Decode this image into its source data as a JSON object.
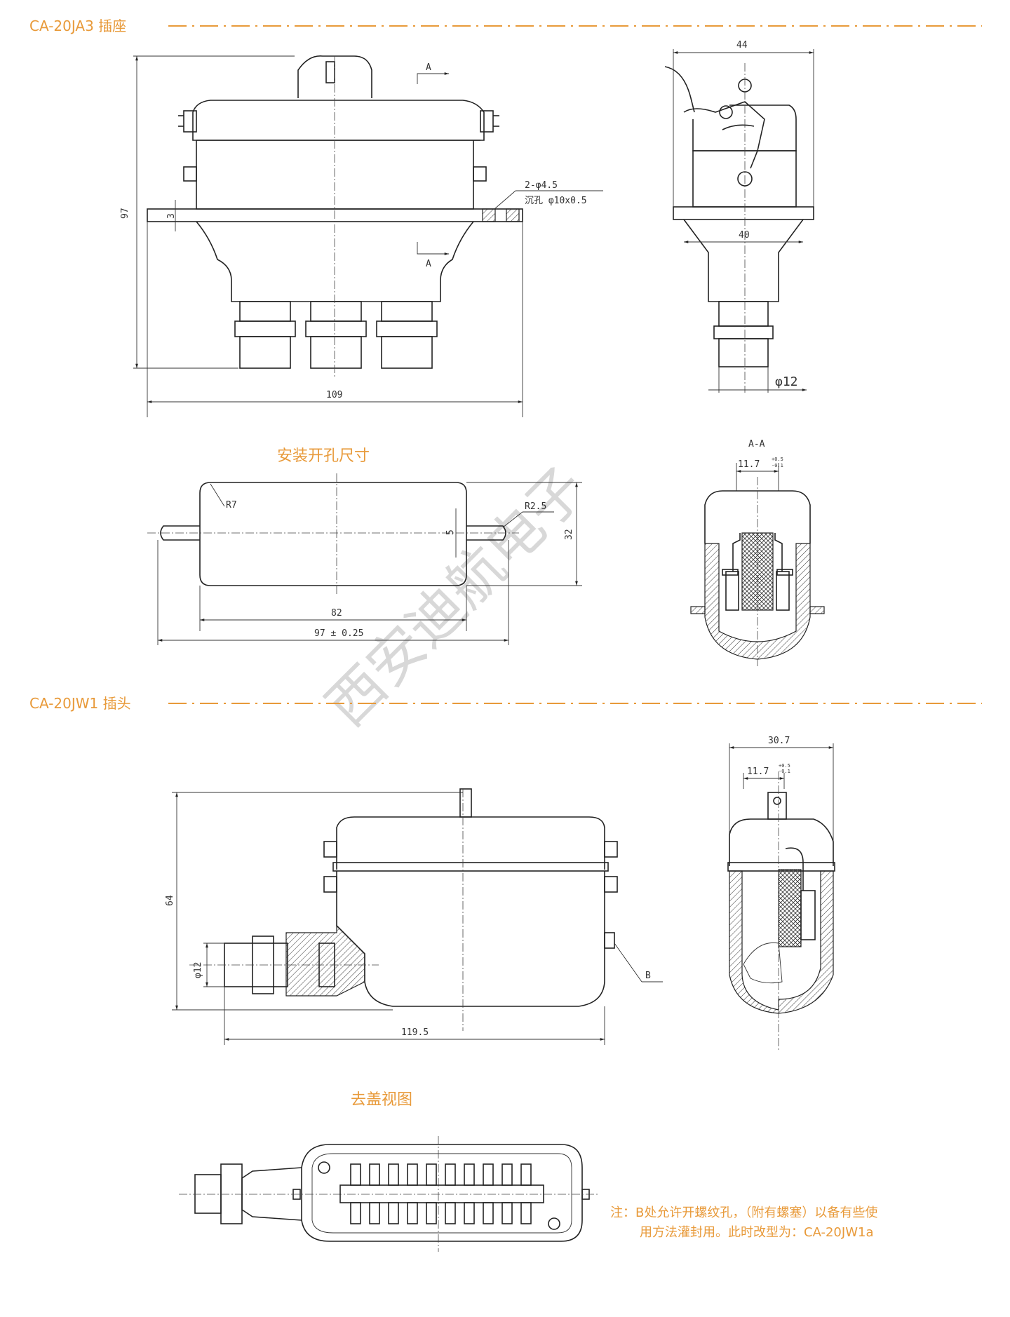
{
  "socket_section": {
    "title": "CA-20JA3 插座"
  },
  "plug_section": {
    "title": "CA-20JW1 插头"
  },
  "socket_front": {
    "dim_width": "109",
    "dim_height": "97",
    "dim_flange": "3",
    "section_mark_top": "A",
    "section_mark_bottom": "A",
    "hole_note_1": "2-φ4.5",
    "hole_note_2": "沉孔 φ10x0.5"
  },
  "socket_side": {
    "dim_top": "44",
    "dim_mid": "40",
    "dim_dia": "φ12"
  },
  "cutout": {
    "title": "安装开孔尺寸",
    "dim_r7": "R7",
    "dim_r25": "R2.5",
    "dim_5": "5",
    "dim_32": "32",
    "dim_82": "82",
    "dim_97": "97 ± 0.25"
  },
  "section_aa": {
    "label": "A-A",
    "dim_main": "11.7",
    "tol_up": "+0.5",
    "tol_low": "-0.1"
  },
  "plug_front": {
    "dim_64": "64",
    "dim_dia12": "φ12",
    "dim_1195": "119.5",
    "mark_b": "B"
  },
  "plug_side": {
    "dim_307": "30.7",
    "dim_main": "11.7",
    "tol_up": "+0.5",
    "tol_low": "-0.1"
  },
  "topview": {
    "title": "去盖视图"
  },
  "note": {
    "line1": "注：B处允许开螺纹孔，（附有螺塞）以备有些使",
    "line2": "用方法灌封用。此时改型为：CA-20JW1a"
  },
  "watermark": "西安迪航电子"
}
